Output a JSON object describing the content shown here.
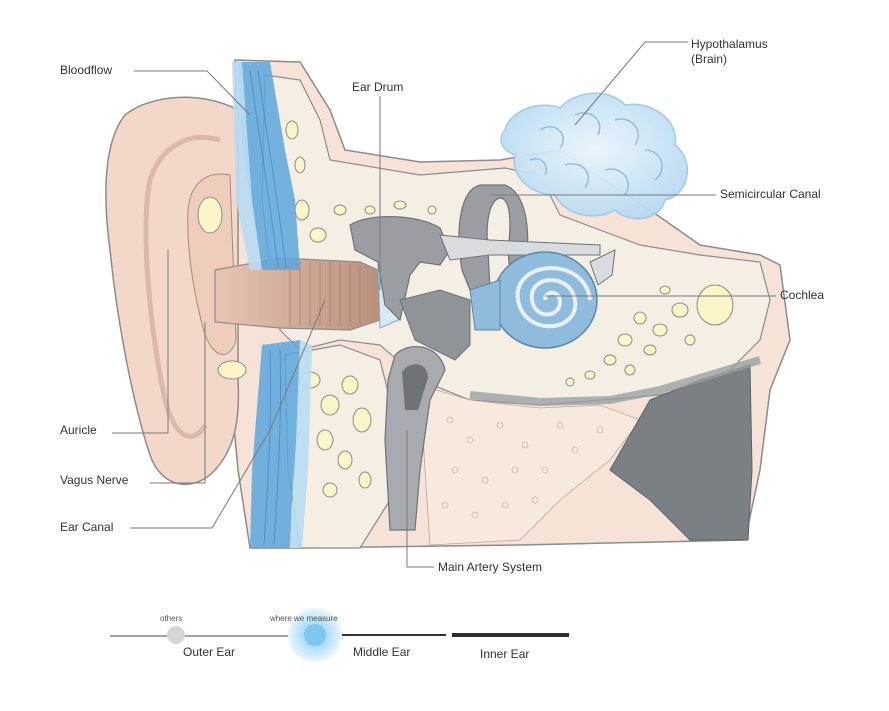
{
  "labels": {
    "bloodflow": "Bloodflow",
    "ear_drum": "Ear Drum",
    "hypothalamus_line1": "Hypothalamus",
    "hypothalamus_line2": "(Brain)",
    "semicircular_canal": "Semicircular Canal",
    "cochlea": "Cochlea",
    "auricle": "Auricle",
    "vagus_nerve": "Vagus Nerve",
    "ear_canal": "Ear Canal",
    "main_artery_system": "Main Artery System"
  },
  "legend": {
    "others": "others",
    "where_we_measure": "where we measure",
    "outer_ear": "Outer Ear",
    "middle_ear": "Middle Ear",
    "inner_ear": "Inner Ear"
  },
  "colors": {
    "skin": "#f6e2d6",
    "skin_dark": "#e9c3b3",
    "bone": "#f4efe2",
    "bone_spot": "#fbf5c8",
    "blood": "#5aa6dd",
    "blood_light": "#b8dcf4",
    "brain": "#cfe6f6",
    "gray": "#9a9ea2",
    "gray_dark": "#6e7377",
    "outline": "#8c8c8c",
    "measure": "#8fd0f3"
  }
}
